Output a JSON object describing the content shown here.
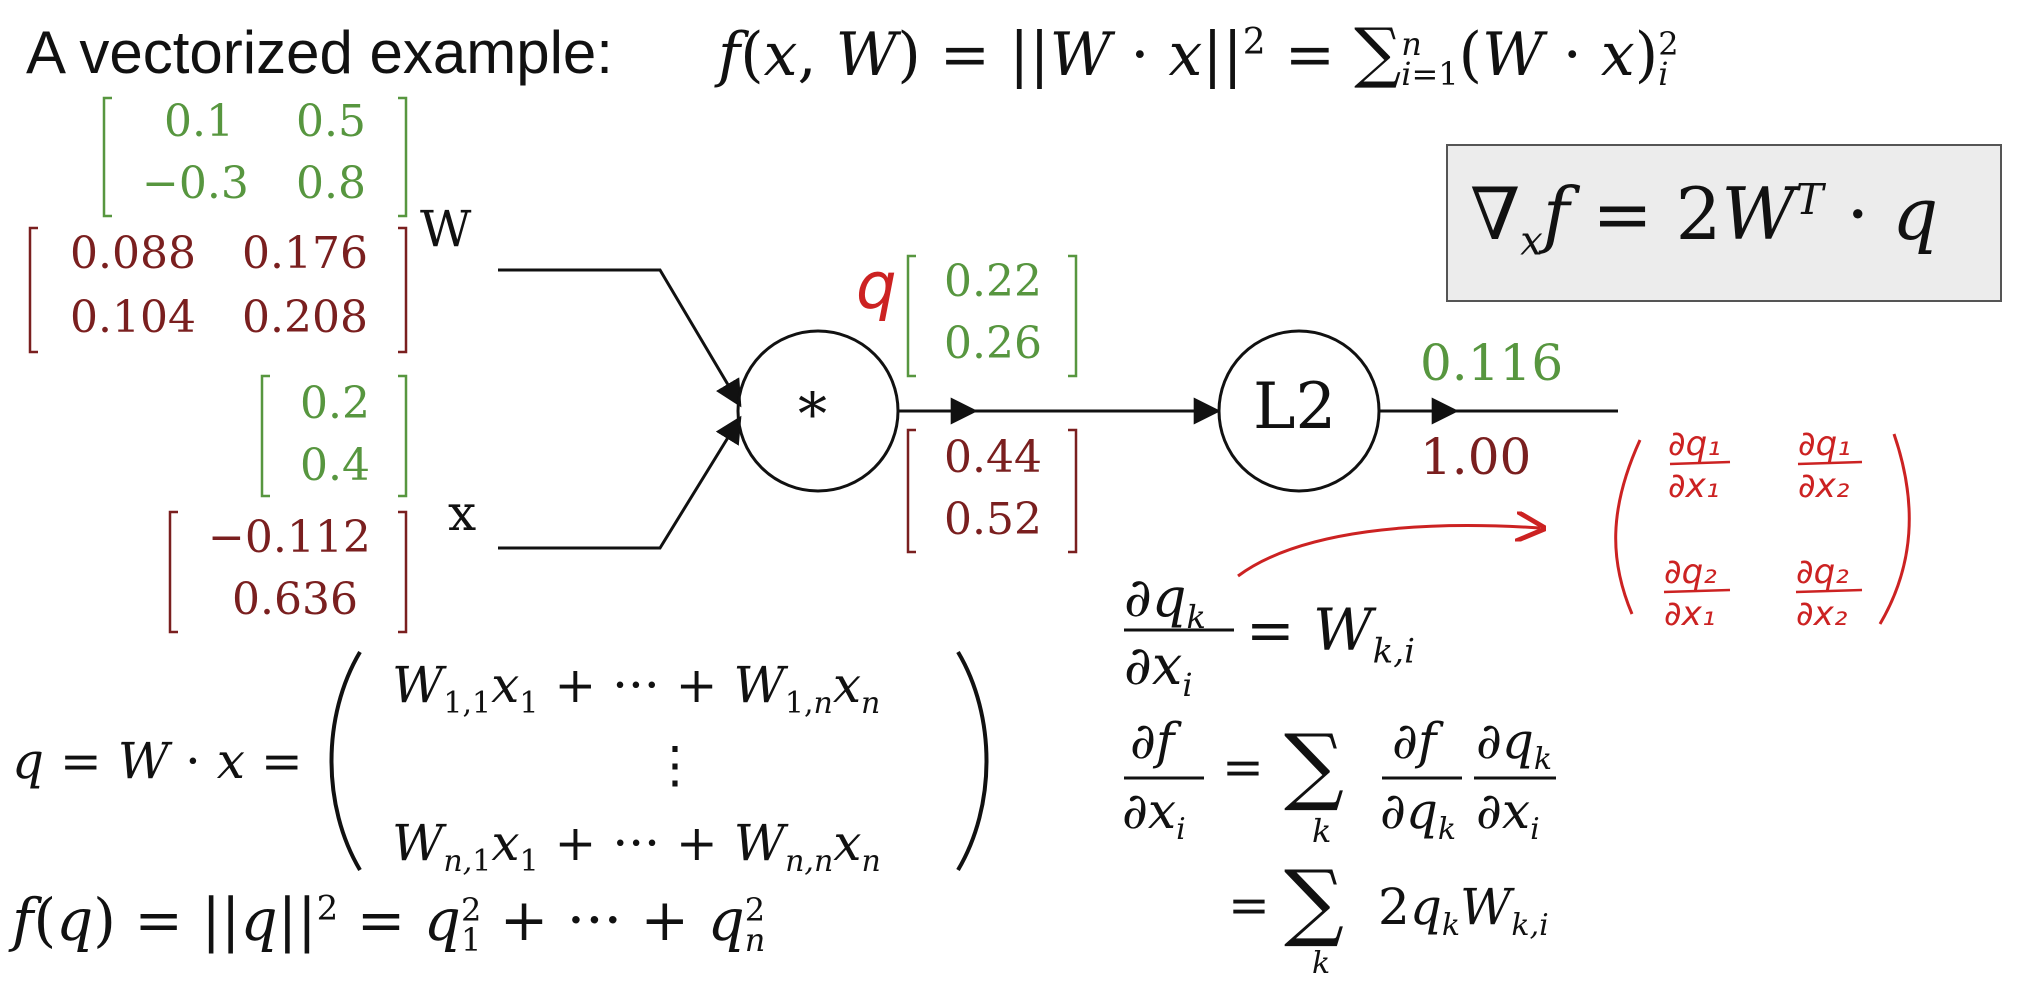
{
  "title": {
    "prefix": "A vectorized example:",
    "formula": "f(x, W) = ||W · x||² = ∑ᵢ₌₁ⁿ (W · x)ᵢ²"
  },
  "boxed_formula": "∇ₓf = 2Wᵀ · q",
  "inputs": {
    "W_label": "W",
    "x_label": "x",
    "W_value": [
      [
        "0.1",
        "0.5"
      ],
      [
        "−0.3",
        "0.8"
      ]
    ],
    "W_grad": [
      [
        "0.088",
        "0.176"
      ],
      [
        "0.104",
        "0.208"
      ]
    ],
    "x_value": [
      "0.2",
      "0.4"
    ],
    "x_grad": [
      "−0.112",
      "0.636"
    ]
  },
  "nodes": {
    "mul_label": "*",
    "l2_label": "L2"
  },
  "intermediate": {
    "q_label": "q",
    "q_value": [
      "0.22",
      "0.26"
    ],
    "q_grad": [
      "0.44",
      "0.52"
    ]
  },
  "output": {
    "value": "0.116",
    "grad": "1.00"
  },
  "jacobian_handwritten": [
    [
      "∂q₁/∂x₁",
      "∂q₁/∂x₂"
    ],
    [
      "∂q₂/∂x₁",
      "∂q₂/∂x₂"
    ]
  ],
  "equations": {
    "dq_dx": "∂qₖ/∂xᵢ = Wₖ,ᵢ",
    "df_dx": "∂f/∂xᵢ = ∑ₖ (∂f/∂qₖ)(∂qₖ/∂xᵢ)",
    "df_dx_result": "= ∑ₖ 2qₖWₖ,ᵢ",
    "q_def": "q = W · x",
    "q_row1": "W₁,₁x₁ + ··· + W₁,ₙxₙ",
    "q_dots": "⋮",
    "q_rown": "Wₙ,₁x₁ + ··· + Wₙ,ₙxₙ",
    "f_of_q": "f(q) = ||q||² = q₁² + ··· + qₙ²"
  },
  "colors": {
    "forward": "#57963f",
    "gradient": "#7a1f1f",
    "annotation": "#cc2222",
    "box_fill": "#ececec"
  }
}
